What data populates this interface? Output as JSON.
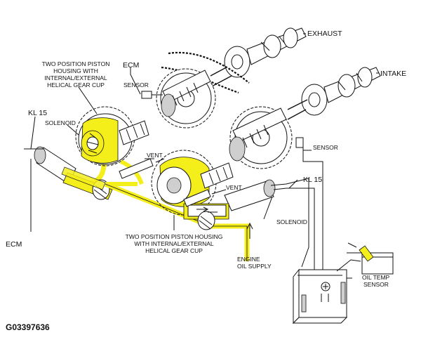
{
  "labels": {
    "exhaust": "EXHAUST",
    "intake": "INTAKE",
    "ecm_top": "ECM",
    "sensor_top": "SENSOR",
    "housing_top": [
      "TWO POSITION PISTON",
      "HOUSING WITH",
      "INTERNAL/EXTERNAL",
      "HELICAL GEAR CUP"
    ],
    "kl15_left": "KL 15",
    "solenoid_left": "SOLENOID",
    "vent_left": "VENT",
    "sensor_right": "SENSOR",
    "kl15_right": "KL 15",
    "vent_right": "VENT",
    "solenoid_right": "SOLENOID",
    "ecm_bottom": "ECM",
    "housing_bottom": [
      "TWO POSITION PISTON HOUSING",
      "WITH INTERNAL/EXTERNAL",
      "HELICAL GEAR CUP"
    ],
    "engine_oil": [
      "ENGINE",
      "OIL SUPPLY"
    ],
    "oil_temp_sensor": [
      "OIL TEMP",
      "SENSOR"
    ]
  },
  "figure_id": "G03397636",
  "colors": {
    "oil": "#f4ee1a",
    "line": "#111111",
    "shade": "#cfcfcf"
  }
}
